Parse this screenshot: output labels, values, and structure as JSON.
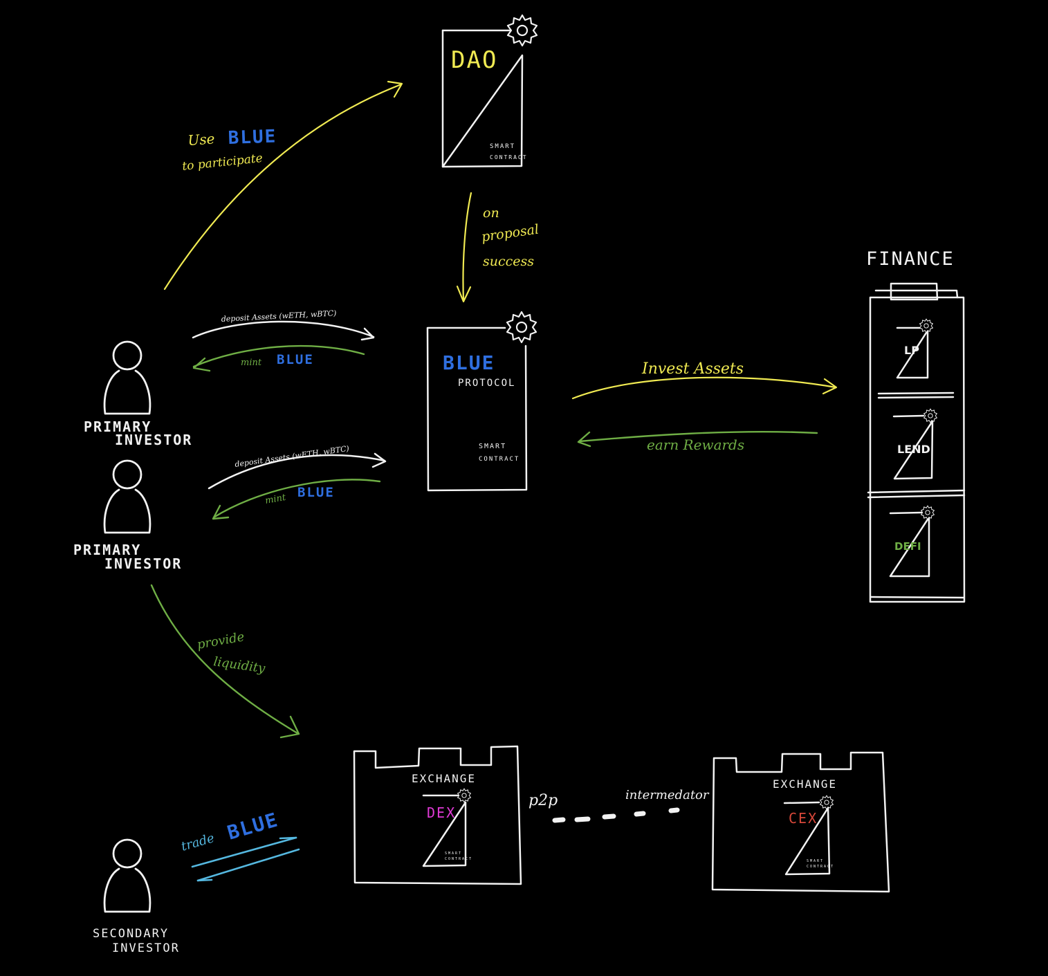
{
  "colors": {
    "background": "#000000",
    "outline": "#f2f2f2",
    "yellow": "#f0ea52",
    "green": "#6fae45",
    "blue": "#2f6fe0",
    "cyan": "#55b8e0",
    "magenta": "#e03ad6",
    "red": "#d8483a"
  },
  "dao": {
    "title": "DAO",
    "contract_line1": "SMART",
    "contract_line2": "CONTRACT",
    "icon": "gear-icon"
  },
  "protocol": {
    "brand": "BLUE",
    "subtitle": "PROTOCOL",
    "contract_line1": "SMART",
    "contract_line2": "CONTRACT",
    "icon": "gear-icon"
  },
  "finance": {
    "title": "FINANCE",
    "slots": [
      {
        "label": "LP",
        "icon": "gear-icon"
      },
      {
        "label": "LEND",
        "icon": "gear-icon"
      },
      {
        "label": "DEFI",
        "icon": "gear-icon"
      }
    ]
  },
  "investors": {
    "primary1": {
      "line1": "PRIMARY",
      "line2": "INVESTOR"
    },
    "primary2": {
      "line1": "PRIMARY",
      "line2": "INVESTOR"
    },
    "secondary": {
      "line1": "SECONDARY",
      "line2": "INVESTOR"
    }
  },
  "arrows": {
    "use_blue": {
      "prefix": "Use",
      "brand": "BLUE",
      "line2": "to participate"
    },
    "on_proposal": {
      "line1": "on",
      "line2": "proposal",
      "line3": "success"
    },
    "deposit1": "deposit Assets (wETH, wBTC)",
    "mint1": {
      "prefix": "mint",
      "brand": "BLUE"
    },
    "deposit2": "deposit Assets (wETH, wBTC)",
    "mint2": {
      "prefix": "mint",
      "brand": "BLUE"
    },
    "invest": "Invest Assets",
    "earn": "earn Rewards",
    "provide": {
      "line1": "provide",
      "line2": "liquidity"
    },
    "trade": {
      "prefix": "trade",
      "brand": "BLUE"
    }
  },
  "exchanges": {
    "dex": {
      "title": "EXCHANGE",
      "label": "DEX",
      "contract_line1": "SMART",
      "contract_line2": "CONTRACT",
      "icon": "gear-icon"
    },
    "cex": {
      "title": "EXCHANGE",
      "label": "CEX",
      "contract_line1": "SMART",
      "contract_line2": "CONTRACT",
      "icon": "gear-icon"
    },
    "p2p": "p2p",
    "intermediator": "intermedator"
  }
}
